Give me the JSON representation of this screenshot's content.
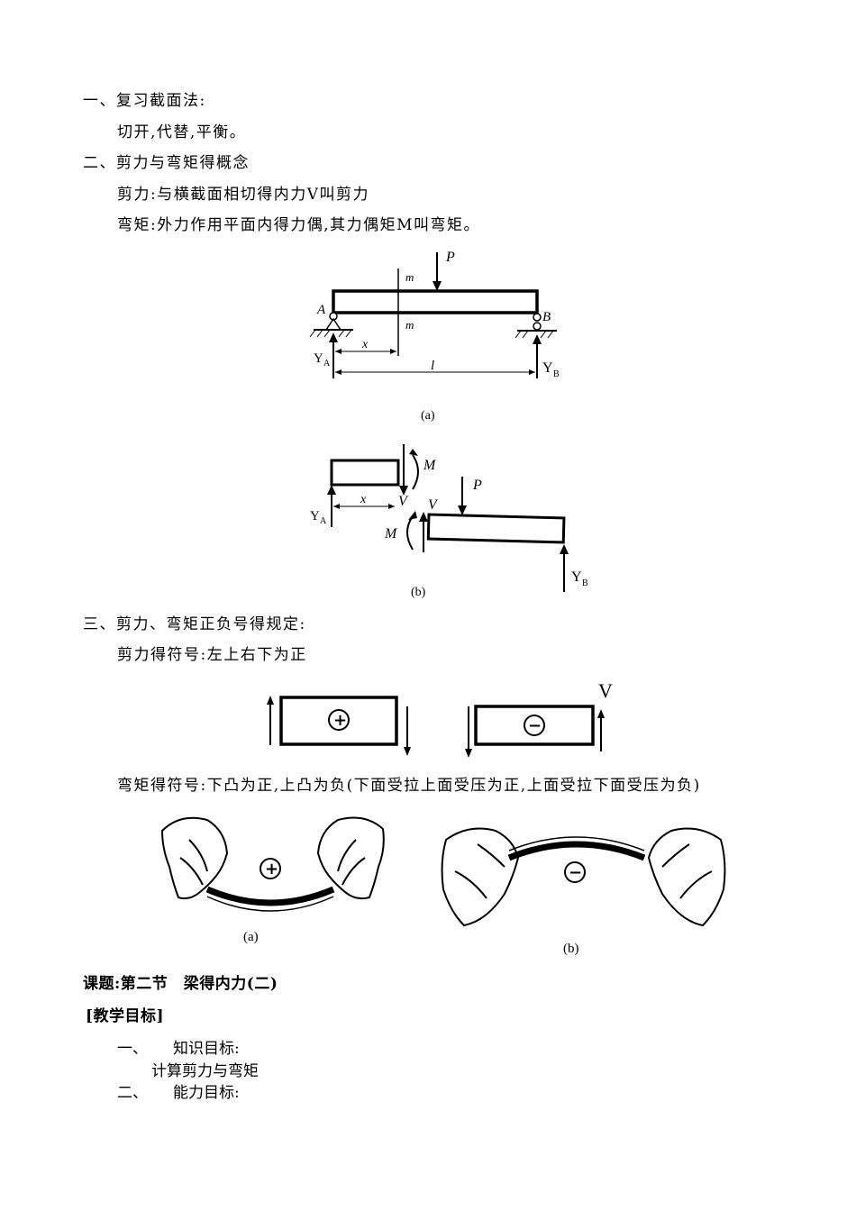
{
  "sections": {
    "s1": "一、复习截面法:",
    "s1_body": "切开,代替,平衡。",
    "s2": "二、剪力与弯矩得概念",
    "s2_shear": "剪力:与横截面相切得内力V叫剪力",
    "s2_moment": "弯矩:外力作用平面内得力偶,其力偶矩M叫弯矩。",
    "s3": "三、剪力、弯矩正负号得规定:",
    "s3_shear": "剪力得符号:左上右下为正",
    "s3_moment": "弯矩得符号:下凸为正,上凸为负(下面受拉上面受压为正,上面受拉下面受压为负)",
    "lesson_title": "课题:第二节　梁得内力(二)",
    "goals_header": "[教学目标]",
    "goal1_num": "一、",
    "goal1": "知识目标:",
    "goal1_body": "计算剪力与弯矩",
    "goal2_num": "二、",
    "goal2": "能力目标:"
  },
  "figure_a": {
    "P": "P",
    "m_top": "m",
    "m_bot": "m",
    "A": "A",
    "B": "B",
    "x": "x",
    "l": "l",
    "YA": "Y",
    "YA_sub": "A",
    "YB": "Y",
    "YB_sub": "B",
    "caption": "(a)"
  },
  "figure_b": {
    "M_top": "M",
    "V_left": "V",
    "V_right": "V",
    "P": "P",
    "M_bot": "M",
    "x": "x",
    "YA": "Y",
    "YA_sub": "A",
    "YB": "Y",
    "YB_sub": "B",
    "caption": "(b)"
  },
  "sign_shear": {
    "plus": "+",
    "minus": "−",
    "V": "V"
  },
  "sign_moment": {
    "plus": "+",
    "minus": "−",
    "caption_a": "(a)",
    "caption_b": "(b)"
  }
}
